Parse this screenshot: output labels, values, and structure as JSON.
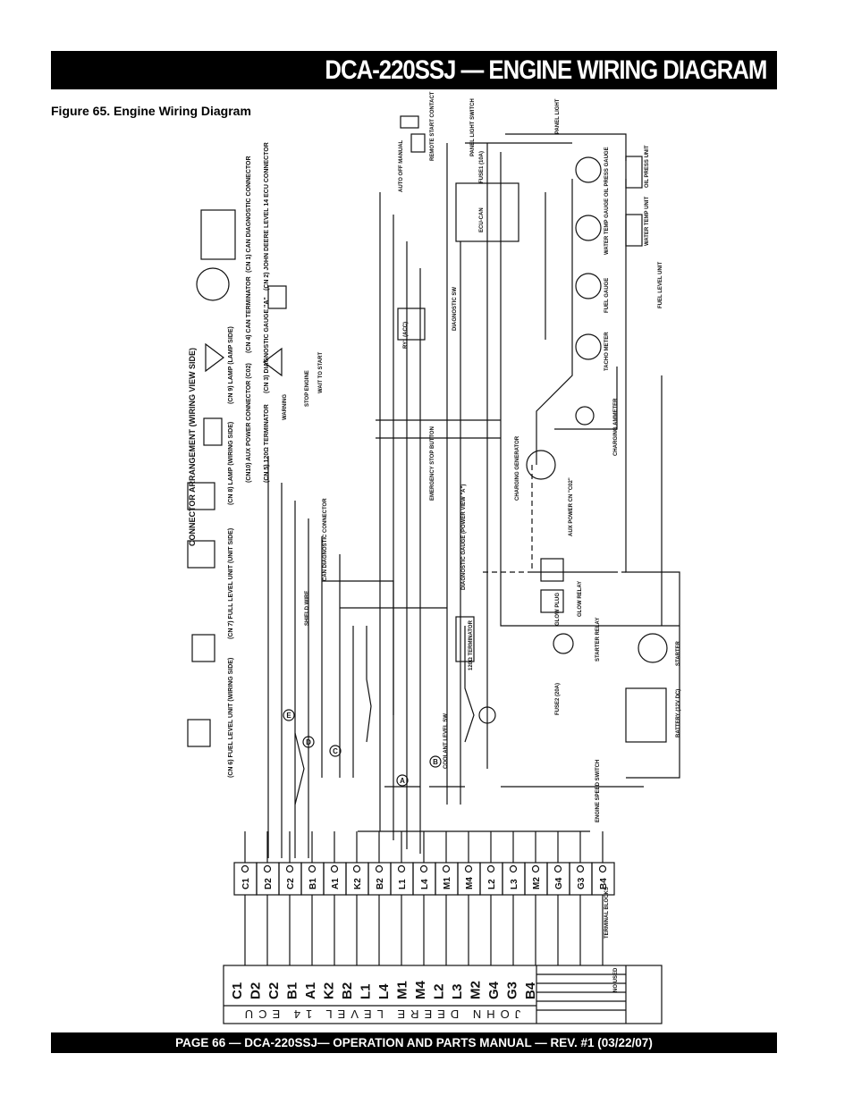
{
  "header": {
    "title": "DCA-220SSJ — ENGINE WIRING DIAGRAM"
  },
  "figure": {
    "caption": "Figure 65. Engine Wiring Diagram"
  },
  "diagram": {
    "connector_title": "CONNECTOR ARRANGEMENT (WIRING VIEW SIDE)",
    "connectors": [
      "(CN 6) FUEL LEVEL UNIT (WIRING SIDE)",
      "(CN 7) FULL LEVEL UNIT (UNIT SIDE)",
      "(CN 8) LAMP (WIRING SIDE)",
      "(CN 9) LAMP (LAMP SIDE)",
      "(CN10) AUX POWER CONNECTOR (C02)",
      "(CN 4) CAN TERMINATOR",
      "(CN 5) 120Ω TERMINATOR",
      "(CN 1) CAN DIAGNOSTIC CONNECTOR",
      "(CN 3) DIAGNOSTIC GAUGE \"A\"",
      "(CN 2) JOHN DEERE LEVEL 14 ECU CONNECTOR"
    ],
    "components": [
      "REMOTE START CONTACT",
      "PANEL LIGHT SWITCH",
      "PANEL LIGHT",
      "AUTO OFF MANUAL",
      "FUSE1 (10A)",
      "ECU-CAN",
      "OIL PRESS UNIT",
      "OIL PRESS GAUGE",
      "WATER TEMP UNIT",
      "WATER TEMP GAUGE",
      "FUEL LEVEL UNIT",
      "FUEL GAUGE",
      "TACHO METER",
      "DIAGNOSTIC SW",
      "RY1 (ACC)",
      "WARNING",
      "STOP ENGINE",
      "WAIT TO START",
      "COOLANT LEVEL SW",
      "EMERGENCY STOP BUTTON",
      "CHARGING AMMETER",
      "CHARGING GENERATOR",
      "AUX POWER CN \"C02\"",
      "GLOW RELAY",
      "GLOW PLUG",
      "STARTER RELAY",
      "STARTER",
      "FUSE2 (20A)",
      "BATTERY (12V DC)",
      "SHIELD WIRE",
      "120Ω TERMINATOR",
      "CAN DIAGNOSTIC CONNECTOR",
      "DIAGNOSTIC GAUGE (POWER VIEW \"A\")",
      "ENGINE SPEED SWITCH",
      "TERMINAL BLOCKS",
      "NO USED"
    ],
    "markers": [
      "A",
      "B",
      "C",
      "D",
      "E"
    ],
    "terminals": [
      "C1",
      "D2",
      "C2",
      "B1",
      "A1",
      "K2",
      "B2",
      "L1",
      "L4",
      "M1",
      "M4",
      "L2",
      "L3",
      "M2",
      "G4",
      "G3",
      "B4"
    ],
    "ecu_label": "JOHN DEERE LEVEL 14 ECU"
  },
  "footer": {
    "text": "PAGE 66 — DCA-220SSJ— OPERATION AND PARTS MANUAL — REV. #1 (03/22/07)"
  }
}
